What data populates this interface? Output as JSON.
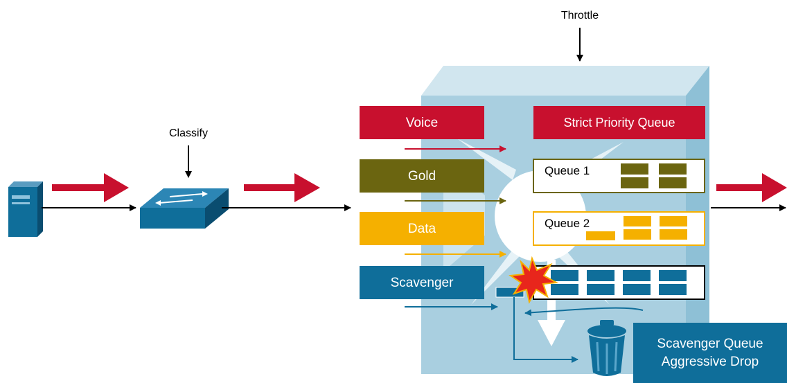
{
  "labels": {
    "throttle": "Throttle",
    "classify": "Classify",
    "scavenger_queue_line1": "Scavenger Queue",
    "scavenger_queue_line2": "Aggressive Drop"
  },
  "classes": {
    "voice": "Voice",
    "gold": "Gold",
    "data": "Data",
    "scavenger": "Scavenger"
  },
  "queues": {
    "strict_priority": "Strict Priority Queue",
    "queue1": "Queue 1",
    "queue2": "Queue 2"
  },
  "colors": {
    "voice": "#c8102e",
    "gold": "#6b6510",
    "data": "#f5b000",
    "scavenger": "#0f6e9a",
    "switch_body": "#a9cfe0",
    "arrow_red": "#c8102e"
  },
  "icons": [
    "server-icon",
    "switch-icon",
    "trash-can-icon",
    "drop-burst-icon"
  ]
}
